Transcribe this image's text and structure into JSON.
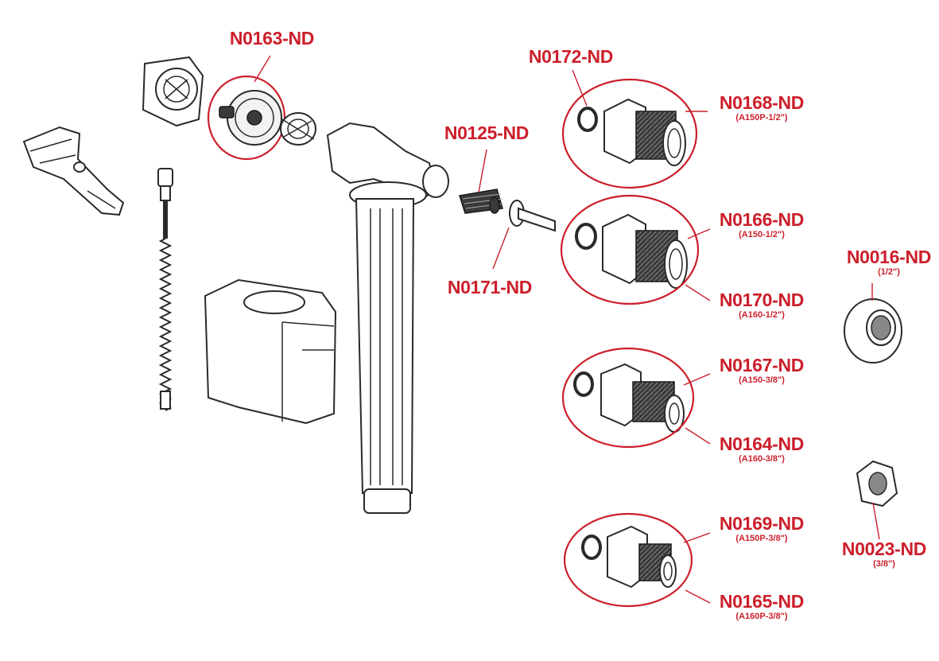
{
  "accent_color": "#cc1f2b",
  "labels": {
    "n0163": {
      "code": "N0163-ND"
    },
    "n0172": {
      "code": "N0172-ND"
    },
    "n0125": {
      "code": "N0125-ND"
    },
    "n0171": {
      "code": "N0171-ND"
    },
    "n0168": {
      "code": "N0168-ND",
      "sub": "(A150P-1/2\")"
    },
    "n0166": {
      "code": "N0166-ND",
      "sub": "(A150-1/2\")"
    },
    "n0170": {
      "code": "N0170-ND",
      "sub": "(A160-1/2\")"
    },
    "n0016": {
      "code": "N0016-ND",
      "sub": "(1/2\")"
    },
    "n0167": {
      "code": "N0167-ND",
      "sub": "(A150-3/8\")"
    },
    "n0164": {
      "code": "N0164-ND",
      "sub": "(A160-3/8\")"
    },
    "n0169": {
      "code": "N0169-ND",
      "sub": "(A150P-3/8\")"
    },
    "n0023": {
      "code": "N0023-ND",
      "sub": "(3/8\")"
    },
    "n0165": {
      "code": "N0165-ND",
      "sub": "(A160P-3/8\")"
    }
  }
}
